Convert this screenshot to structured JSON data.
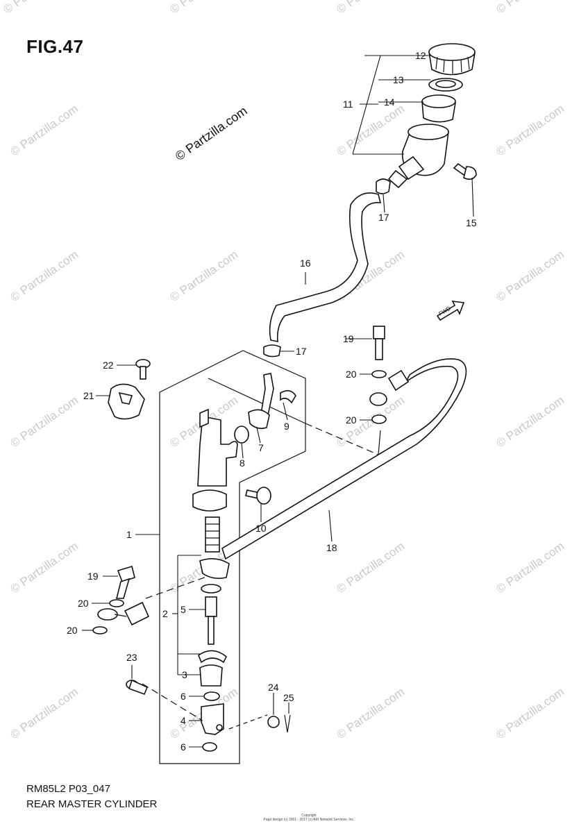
{
  "figure": {
    "title": "FIG.47",
    "code": "RM85L2 P03_047",
    "name": "REAR MASTER CYLINDER",
    "watermark": "© Partzilla.com",
    "fwd_label": "FWD",
    "copyright": "Copyright\nPage design (c) 2001 - 2017 (c) ARI Network Services, Inc."
  },
  "callouts": {
    "n1": "1",
    "n2": "2",
    "n3": "3",
    "n4": "4",
    "n5": "5",
    "n6a": "6",
    "n6b": "6",
    "n7": "7",
    "n8": "8",
    "n9": "9",
    "n10": "10",
    "n11": "11",
    "n12": "12",
    "n13": "13",
    "n14": "14",
    "n15": "15",
    "n16": "16",
    "n17a": "17",
    "n17b": "17",
    "n18": "18",
    "n19a": "19",
    "n19b": "19",
    "n20a": "20",
    "n20b": "20",
    "n20c": "20",
    "n20d": "20",
    "n21": "21",
    "n22": "22",
    "n23": "23",
    "n24": "24",
    "n25": "25"
  }
}
